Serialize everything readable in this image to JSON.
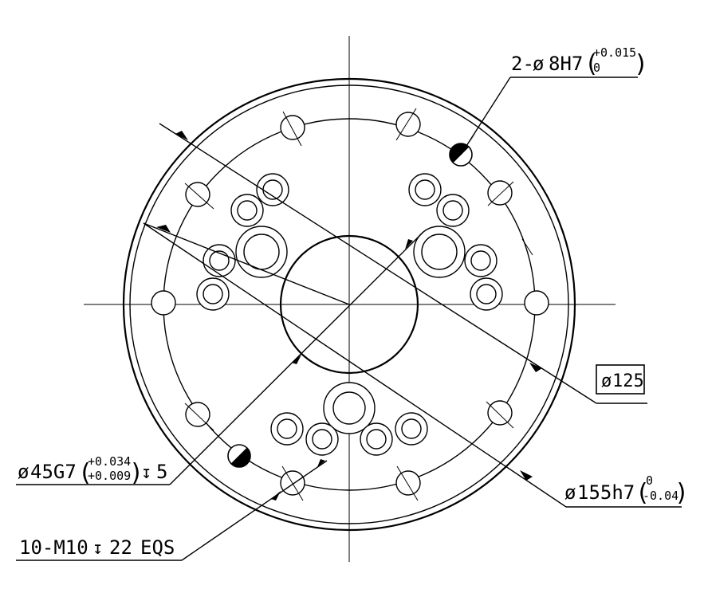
{
  "callouts": {
    "dowel": {
      "prefix": "2-",
      "dia_symbol": "ø",
      "size": "8H7",
      "tol_upper": "+0.015",
      "tol_lower": "0"
    },
    "pitch_circle": {
      "dia_symbol": "ø",
      "size": "125"
    },
    "spigot": {
      "dia_symbol": "ø",
      "size": "155h7",
      "tol_upper": "0",
      "tol_lower": "-0.04"
    },
    "bore": {
      "dia_symbol": "ø",
      "size": "45G7",
      "tol_upper": "+0.034",
      "tol_lower": "+0.009",
      "depth_symbol": "↧",
      "depth": "5"
    },
    "tapped_holes": {
      "prefix": "10-M10",
      "depth_symbol": "↧",
      "depth": "22",
      "suffix": "EQS"
    }
  },
  "icons": {
    "dowel_marker": "half-filled-circle-icon",
    "depth_marker": "depth-symbol-icon"
  }
}
